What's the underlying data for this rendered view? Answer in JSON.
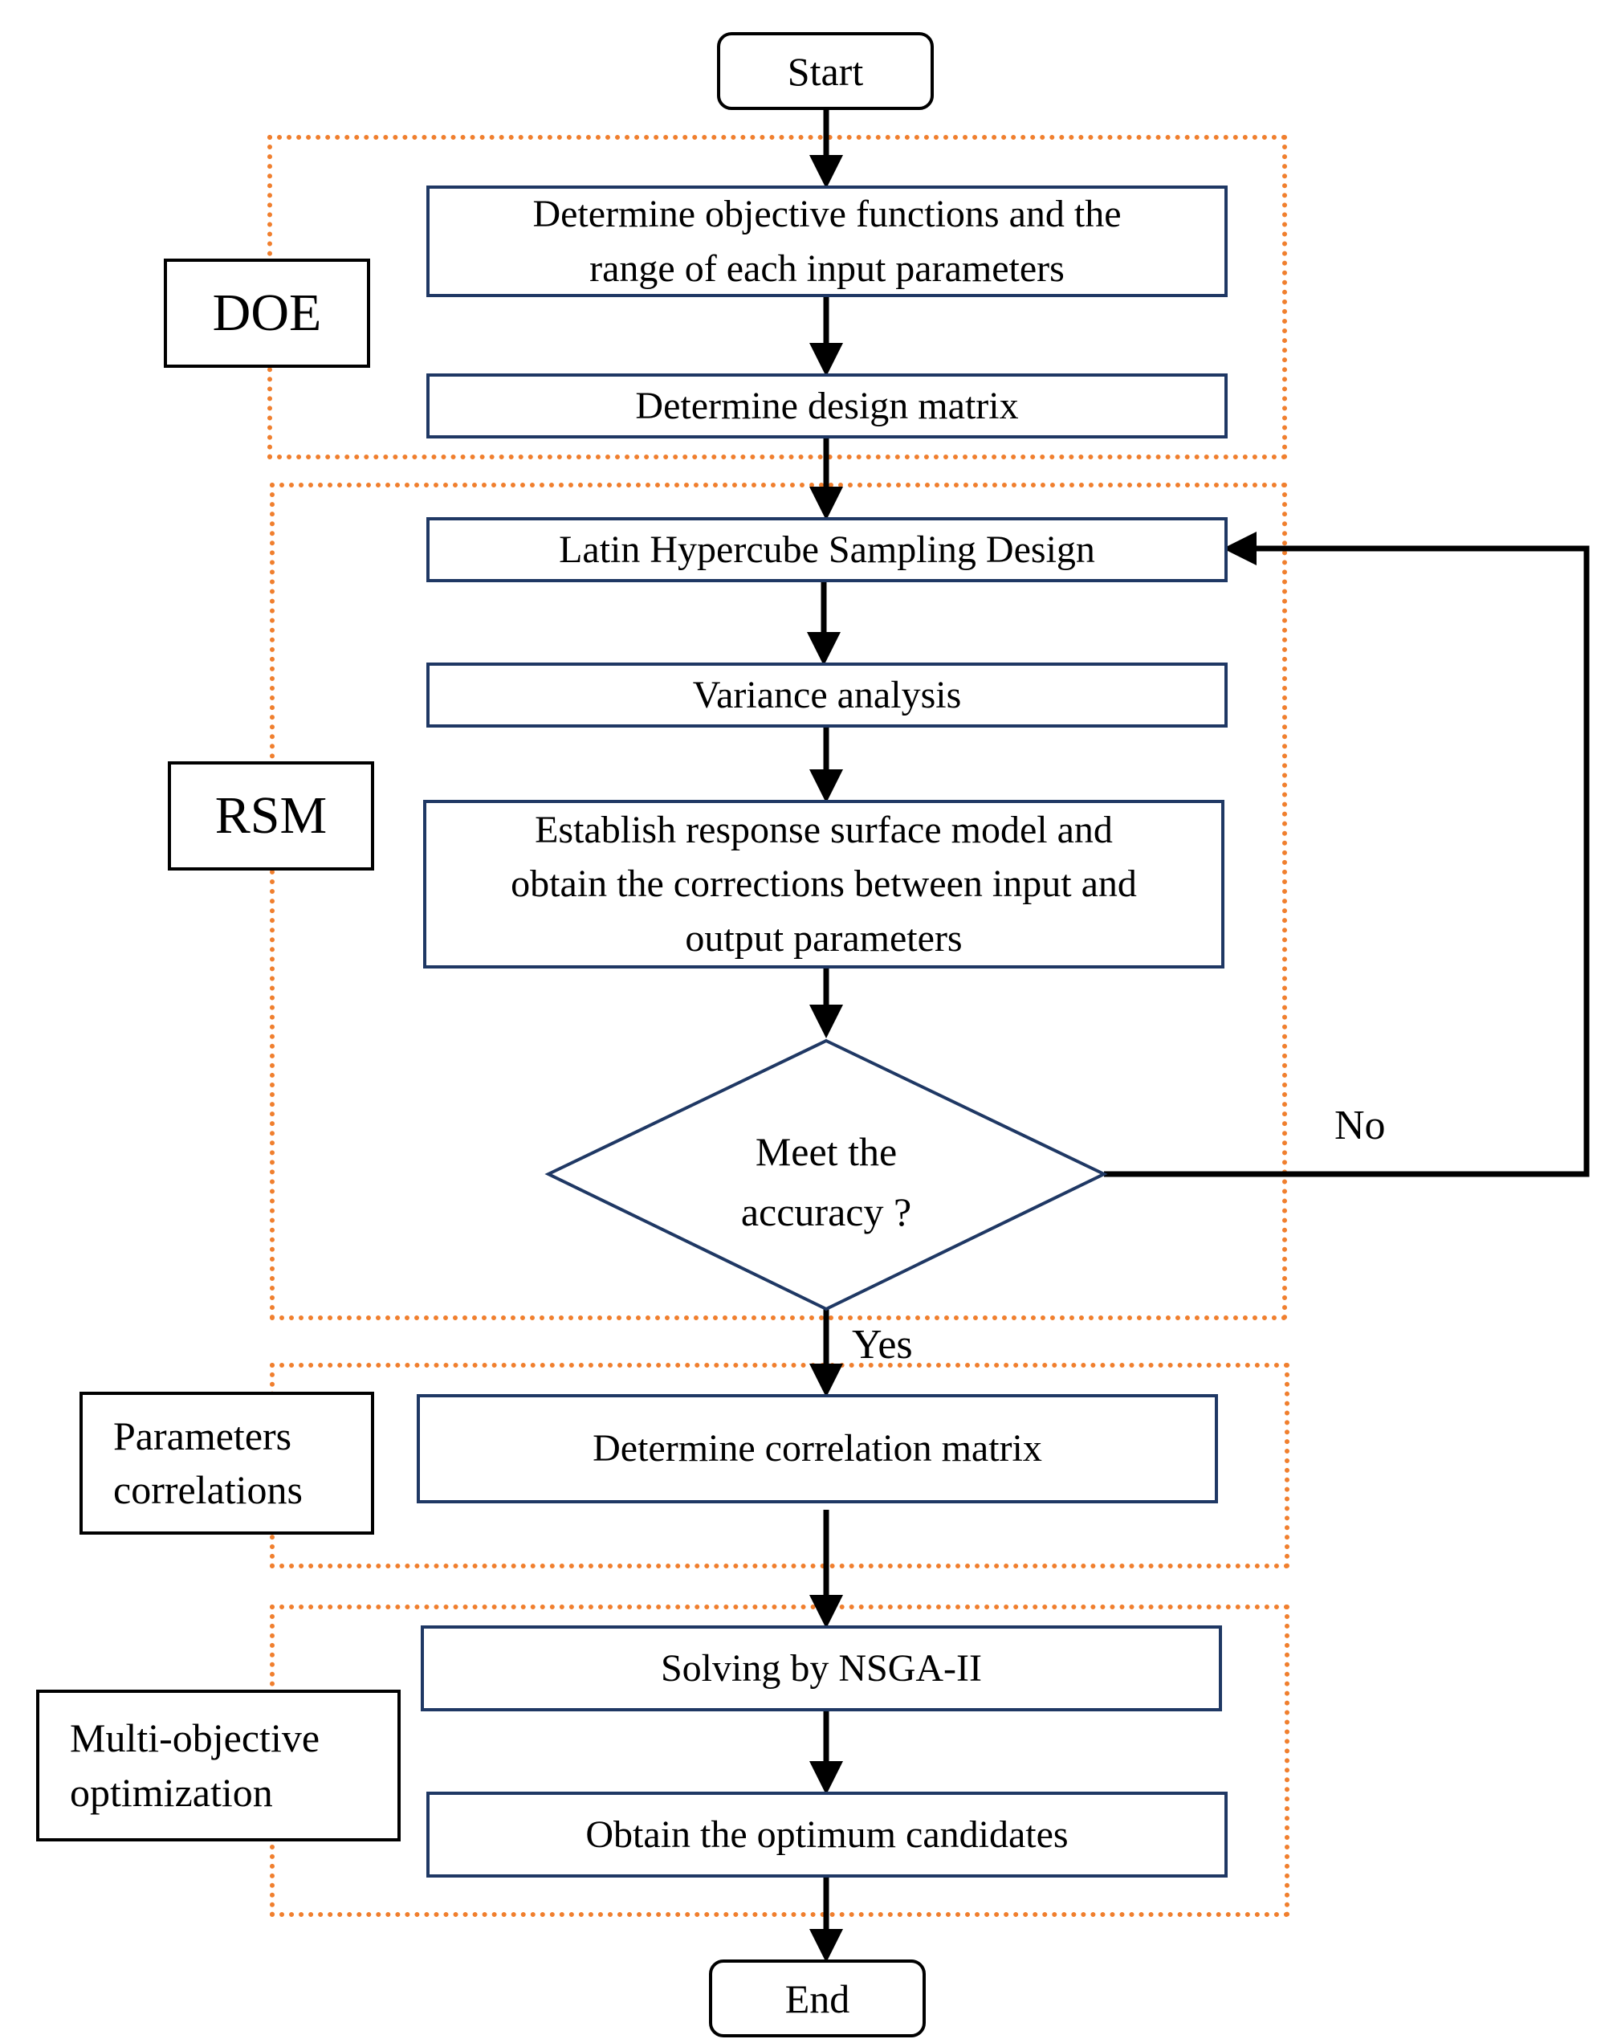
{
  "start": "Start",
  "end": "End",
  "groups": {
    "doe": "DOE",
    "rsm": "RSM",
    "correlations": "Parameters\ncorrelations",
    "optimization": "Multi-objective\noptimization"
  },
  "steps": {
    "objectives": "Determine objective functions and the\nrange of each input parameters",
    "design_matrix": "Determine design matrix",
    "lhs": "Latin Hypercube Sampling Design",
    "variance": "Variance analysis",
    "rsm_model": "Establish response surface model and\nobtain the corrections between input and\noutput parameters",
    "decision": "Meet  the\naccuracy ?",
    "correlation_matrix": "Determine correlation matrix",
    "nsga": "Solving by NSGA-II",
    "candidates": "Obtain the optimum candidates"
  },
  "branches": {
    "no": "No",
    "yes": "Yes"
  },
  "colors": {
    "group_border": "#f07f2e",
    "box_border": "#1f3864",
    "line": "#000000"
  }
}
